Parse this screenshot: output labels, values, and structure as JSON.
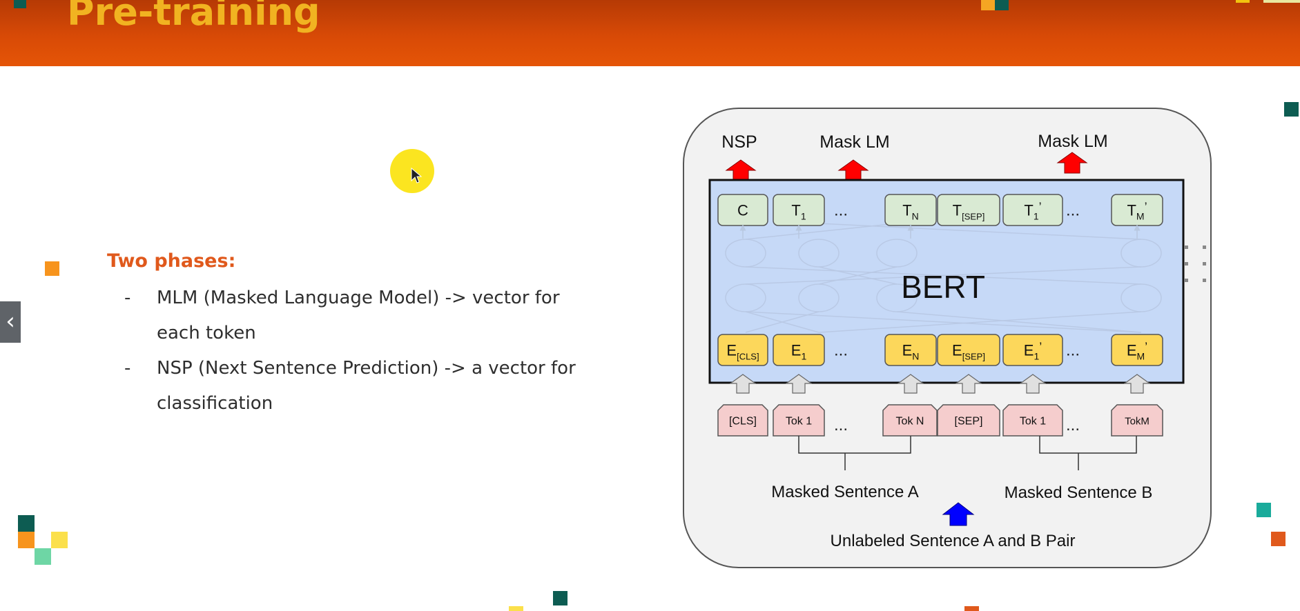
{
  "header": {
    "title": "Pre-training"
  },
  "navigation": {
    "prev_icon": "chevron-left-icon"
  },
  "content": {
    "phases_title": "Two phases:",
    "items": [
      {
        "dash": "-",
        "text": "MLM (Masked Language Model) -> vector for each token"
      },
      {
        "dash": "-",
        "text": "NSP (Next Sentence Prediction) -> a vector for classification"
      }
    ]
  },
  "diagram": {
    "top_labels": {
      "nsp": "NSP",
      "mask_lm_1": "Mask LM",
      "mask_lm_2": "Mask LM"
    },
    "model_label": "BERT",
    "outputs": [
      {
        "main": "C",
        "sub": ""
      },
      {
        "main": "T",
        "sub": "1"
      },
      {
        "main": "...",
        "sub": ""
      },
      {
        "main": "T",
        "sub": "N"
      },
      {
        "main": "T",
        "sub": "[SEP]"
      },
      {
        "main": "T",
        "sub": "1",
        "prime": "’"
      },
      {
        "main": "...",
        "sub": ""
      },
      {
        "main": "T",
        "sub": "M",
        "prime": "’"
      }
    ],
    "embeddings": [
      {
        "main": "E",
        "sub": "[CLS]"
      },
      {
        "main": "E",
        "sub": "1"
      },
      {
        "main": "...",
        "sub": ""
      },
      {
        "main": "E",
        "sub": "N"
      },
      {
        "main": "E",
        "sub": "[SEP]"
      },
      {
        "main": "E",
        "sub": "1",
        "prime": "’"
      },
      {
        "main": "...",
        "sub": ""
      },
      {
        "main": "E",
        "sub": "M",
        "prime": "’"
      }
    ],
    "tokens": [
      "[CLS]",
      "Tok 1",
      "...",
      "Tok N",
      "[SEP]",
      "Tok 1",
      "...",
      "TokM"
    ],
    "sentence_a": "Masked Sentence A",
    "sentence_b": "Masked Sentence B",
    "bottom_label": "Unlabeled Sentence A and B Pair"
  },
  "colors": {
    "header_orange": "#e55507",
    "title_gold": "#f1b321",
    "phases_orange": "#e0591c",
    "model_blue": "#c6d9f7",
    "output_green": "#d9ead3",
    "embedding_yellow": "#fcd75b",
    "token_pink": "#f5cdcd",
    "arrow_red": "#ff0000",
    "arrow_blue": "#0000ff",
    "cursor_yellow": "#fbe520"
  }
}
